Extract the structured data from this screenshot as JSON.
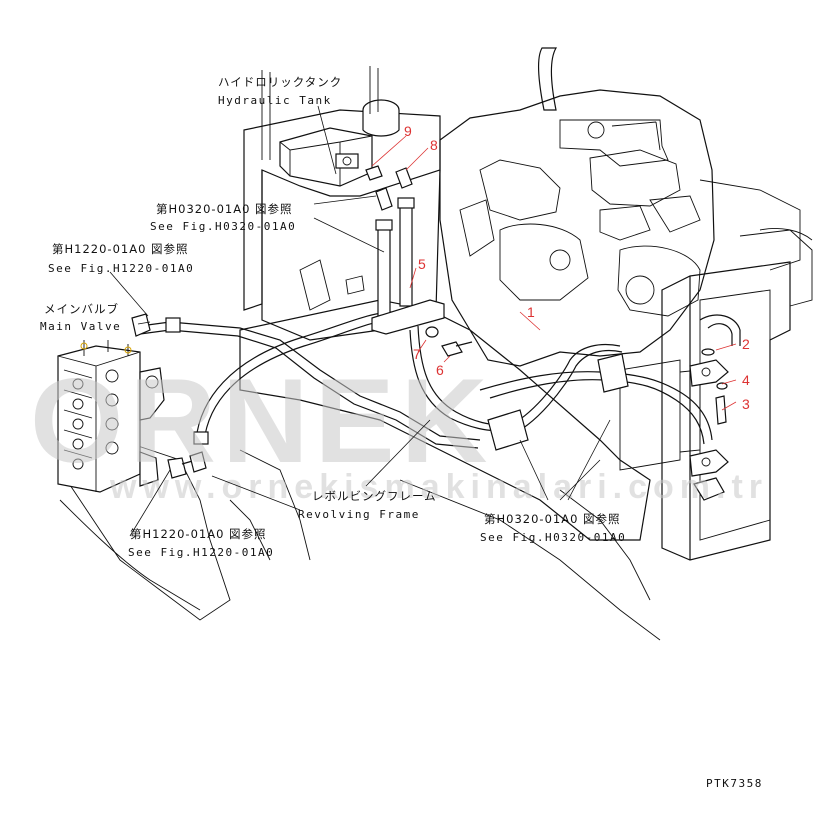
{
  "labels": {
    "hydraulic_tank_jp": "ハイドロリックタンク",
    "hydraulic_tank_en": "Hydraulic Tank",
    "main_valve_jp": "メインバルブ",
    "main_valve_en": "Main Valve",
    "revolving_frame_jp": "レボルビングフレーム",
    "revolving_frame_en": "Revolving Frame",
    "ref_h0320_top_jp": "第H0320-01A0 図参照",
    "ref_h0320_top_en": "See Fig.H0320-01A0",
    "ref_h1220_top_jp": "第H1220-01A0 図参照",
    "ref_h1220_top_en": "See Fig.H1220-01A0",
    "ref_h1220_bottom_jp": "第H1220-01A0 図参照",
    "ref_h1220_bottom_en": "See Fig.H1220-01A0",
    "ref_h0320_bottom_jp": "第H0320-01A0 図参照",
    "ref_h0320_bottom_en": "See Fig.H0320-01A0"
  },
  "part_numbers": [
    "1",
    "2",
    "3",
    "4",
    "5",
    "6",
    "7",
    "8",
    "9"
  ],
  "drawing_code": "PTK7358",
  "watermark": {
    "big": "ORNEK",
    "url": "www.ornekismakinalari.com.tr"
  },
  "colors": {
    "line": "#111111",
    "part_number": "#dd3333",
    "watermark": "#c8c8c8",
    "background": "#ffffff"
  }
}
